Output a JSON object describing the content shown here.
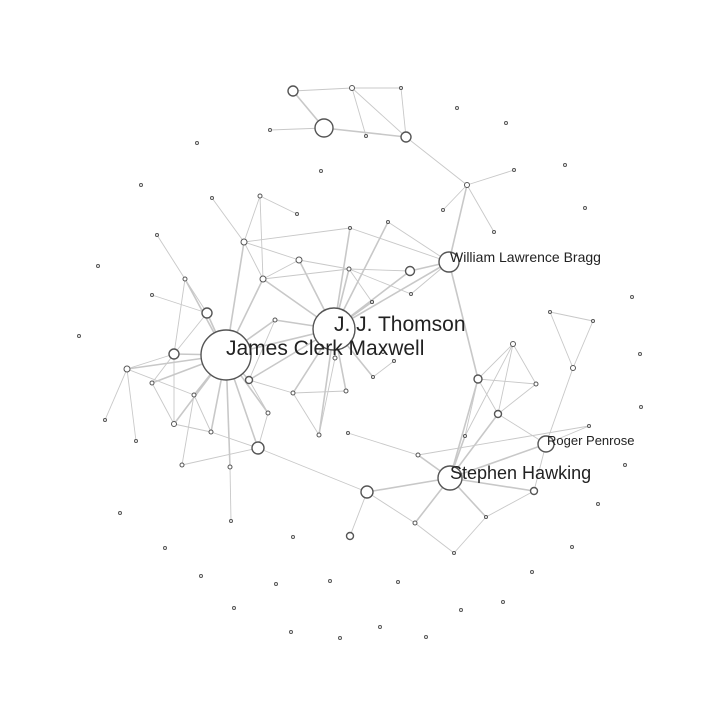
{
  "graph": {
    "labels": {
      "maxwell": "James Clerk Maxwell",
      "thomson": "J. J. Thomson",
      "bragg": "William Lawrence Bragg",
      "hawking": "Stephen Hawking",
      "penrose": "Roger Penrose"
    }
  },
  "colors": {
    "edge": "#c8c8c8",
    "node_stroke": "#555555",
    "node_fill": "#ffffff",
    "label": "#222222",
    "background": "#ffffff"
  }
}
